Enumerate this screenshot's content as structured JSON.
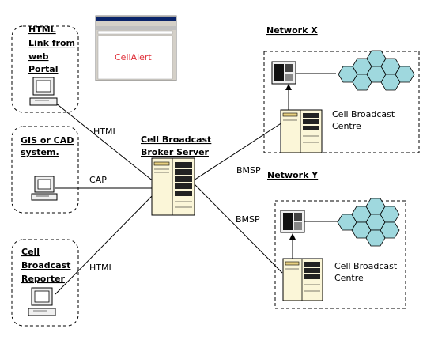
{
  "browser": {
    "title_bar": "CellAlert - Microsoft Internet Explorer",
    "content_text": "CellAlert"
  },
  "left_sources": [
    {
      "label_lines": [
        "HTML",
        "Link from",
        "web",
        "Portal"
      ],
      "link_label": "HTML"
    },
    {
      "label_lines": [
        "GIS or CAD",
        "system."
      ],
      "link_label": "CAP"
    },
    {
      "label_lines": [
        "Cell",
        "Broadcast",
        "Reporter"
      ],
      "link_label": "HTML"
    }
  ],
  "broker": {
    "label_lines": [
      "Cell Broadcast",
      "Broker Server"
    ]
  },
  "networks": [
    {
      "title": "Network X",
      "centre_lines": [
        "Cell Broadcast",
        "Centre"
      ],
      "link_label": "BMSP"
    },
    {
      "title": "Network Y",
      "centre_lines": [
        "Cell Broadcast",
        "Centre"
      ],
      "link_label": "BMSP"
    }
  ],
  "colors": {
    "line": "#000000",
    "hex_fill": "#9fd8de",
    "server_fill": "#fbf6d8",
    "alert_red": "#e0303a",
    "title_bar": "#0a246a"
  }
}
